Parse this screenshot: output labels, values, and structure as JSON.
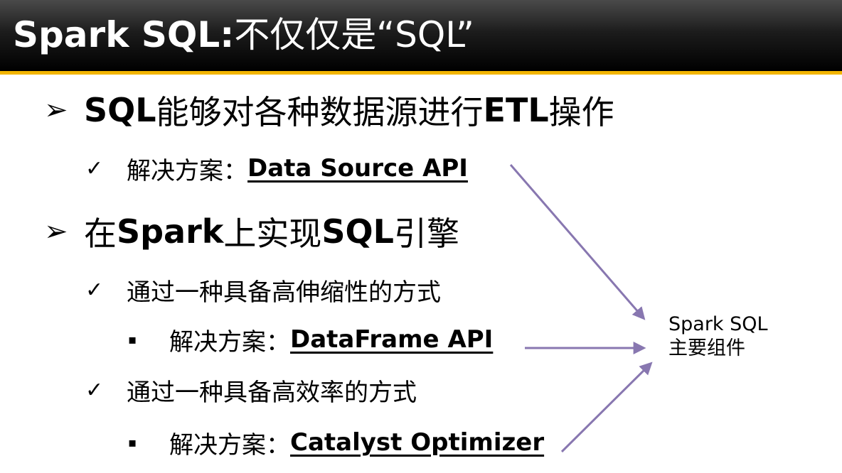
{
  "title": {
    "en": "Spark SQL:",
    "zh": "不仅仅是“SQL”"
  },
  "items": {
    "b1": {
      "mark": "➢",
      "t1": "SQL",
      "t2": "能够对各种数据源进行",
      "t3": "ETL",
      "t4": "操作"
    },
    "s1": {
      "mark": "✓",
      "label": "解决方案：",
      "value": "Data Source API"
    },
    "b2": {
      "mark": "➢",
      "t1": "在",
      "t2": "Spark",
      "t3": "上实现",
      "t4": "SQL",
      "t5": "引擎"
    },
    "s2": {
      "mark": "✓",
      "label": "通过一种具备高伸缩性的方式"
    },
    "s2a": {
      "mark": "▪",
      "label": "解决方案：",
      "value": "DataFrame API"
    },
    "s3": {
      "mark": "✓",
      "label": "通过一种具备高效率的方式"
    },
    "s3a": {
      "mark": "▪",
      "label": "解决方案：",
      "value": "Catalyst Optimizer"
    }
  },
  "side": {
    "line1": "Spark SQL",
    "line2": "主要组件"
  },
  "colors": {
    "arrow": "#8877b0",
    "accent": "#f2b500",
    "header": "#000000"
  }
}
